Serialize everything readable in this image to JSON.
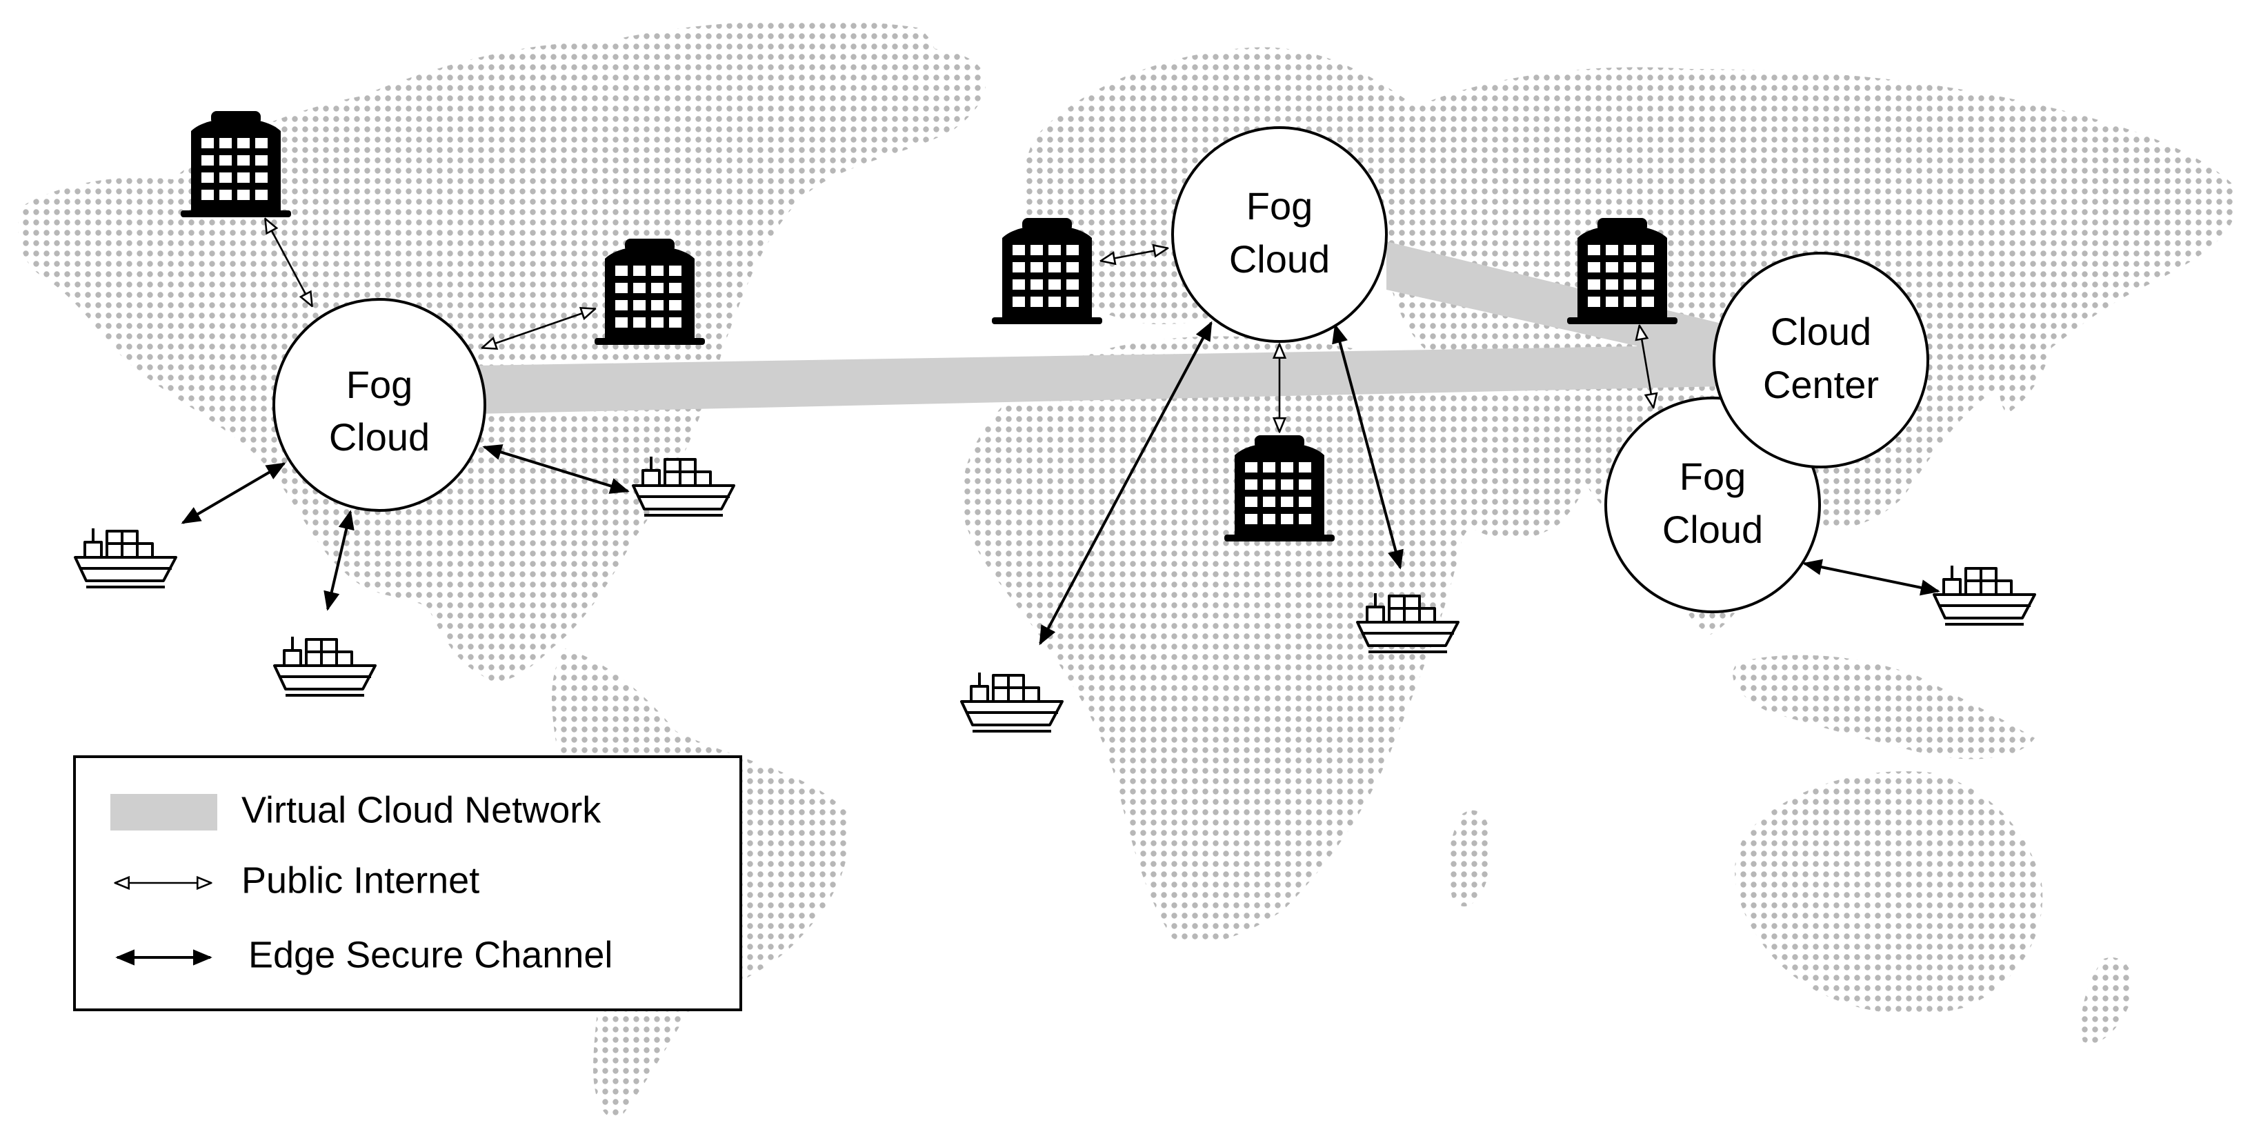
{
  "colors": {
    "map_dots": "#b7b7b7",
    "virtual_network": "#cfcfcf",
    "ink": "#000000",
    "node_fill": "#ffffff"
  },
  "nodes": {
    "fog_west": {
      "line1": "Fog",
      "line2": "Cloud"
    },
    "fog_central": {
      "line1": "Fog",
      "line2": "Cloud"
    },
    "fog_east": {
      "line1": "Fog",
      "line2": "Cloud"
    },
    "cloud_center": {
      "line1": "Cloud",
      "line2": "Center"
    }
  },
  "icons": {
    "building": "office-building-icon",
    "ship": "cargo-ship-icon"
  },
  "legend": {
    "virtual_cloud_network": "Virtual Cloud Network",
    "public_internet": "Public Internet",
    "edge_secure_channel": "Edge Secure Channel"
  }
}
